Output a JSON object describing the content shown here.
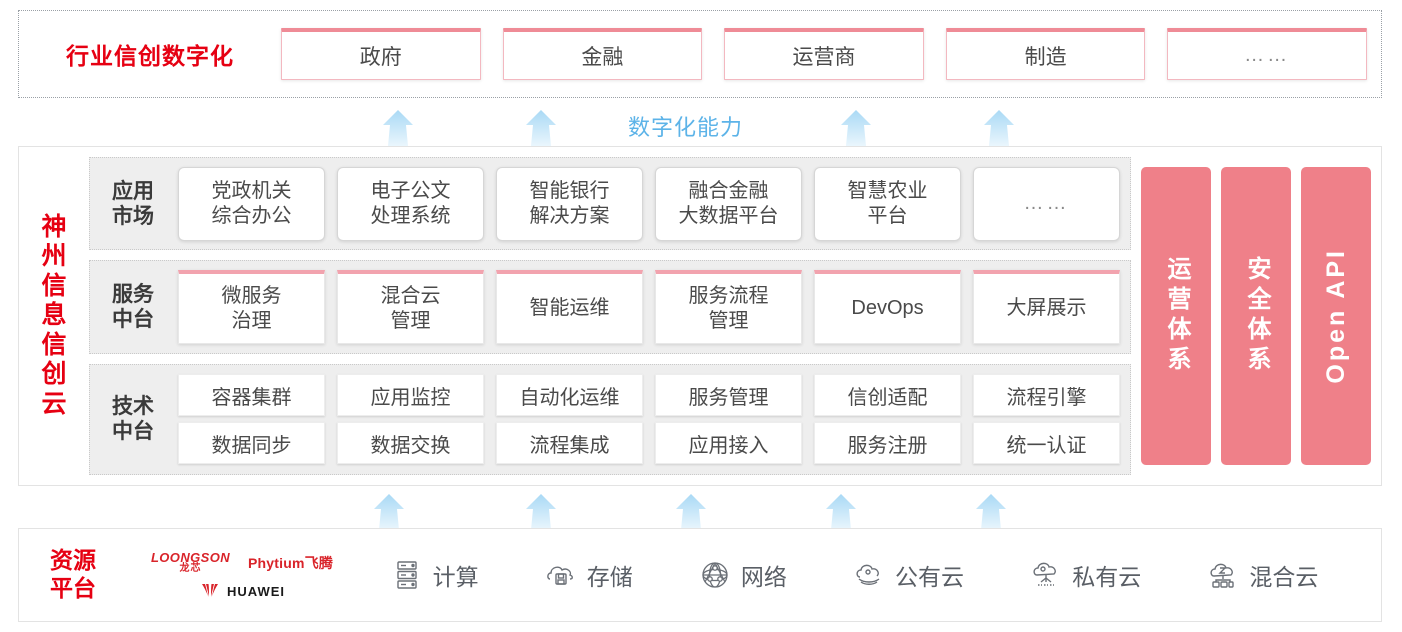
{
  "industry": {
    "title": "行业信创数字化",
    "cards": [
      {
        "label": "政府"
      },
      {
        "label": "金融"
      },
      {
        "label": "运营商"
      },
      {
        "label": "制造"
      },
      {
        "label": "……"
      }
    ]
  },
  "capability": {
    "label": "数字化能力",
    "arrow_color": "#bfe2f7",
    "arrow_count_top": 4,
    "arrow_count_bottom": 5
  },
  "cloud": {
    "title_chars": [
      "神",
      "州",
      "信",
      "息",
      "信",
      "创",
      "云"
    ],
    "rows": [
      {
        "key": "app-market",
        "label": "应用\n市场",
        "label_line1": "应用",
        "label_line2": "市场",
        "cards": [
          {
            "line1": "党政机关",
            "line2": "综合办公"
          },
          {
            "line1": "电子公文",
            "line2": "处理系统"
          },
          {
            "line1": "智能银行",
            "line2": "解决方案"
          },
          {
            "line1": "融合金融",
            "line2": "大数据平台"
          },
          {
            "line1": "智慧农业",
            "line2": "平台"
          },
          {
            "line1": "……",
            "line2": ""
          }
        ]
      },
      {
        "key": "service-platform",
        "label_line1": "服务",
        "label_line2": "中台",
        "cards": [
          {
            "line1": "微服务",
            "line2": "治理"
          },
          {
            "line1": "混合云",
            "line2": "管理"
          },
          {
            "line1": "智能运维",
            "line2": ""
          },
          {
            "line1": "服务流程",
            "line2": "管理"
          },
          {
            "line1": "DevOps",
            "line2": ""
          },
          {
            "line1": "大屏展示",
            "line2": ""
          }
        ]
      },
      {
        "key": "tech-platform",
        "label_line1": "技术",
        "label_line2": "中台",
        "row1": [
          "容器集群",
          "应用监控",
          "自动化运维",
          "服务管理",
          "信创适配",
          "流程引擎"
        ],
        "row2": [
          "数据同步",
          "数据交换",
          "流程集成",
          "应用接入",
          "服务注册",
          "统一认证"
        ]
      }
    ],
    "pillars": [
      {
        "label": "运营体系",
        "type": "cjk"
      },
      {
        "label": "安全体系",
        "type": "cjk"
      },
      {
        "label": "Open API",
        "type": "latin"
      }
    ],
    "pillar_color": "#ef8089"
  },
  "resource": {
    "title_line1": "资源",
    "title_line2": "平台",
    "vendors": [
      {
        "name": "LOONGSON",
        "cn": "龙芯",
        "icon": "loongson-logo"
      },
      {
        "name": "Phytium飞腾",
        "icon": "phytium-logo"
      },
      {
        "name": "HUAWEI",
        "icon": "huawei-logo"
      }
    ],
    "items": [
      {
        "label": "计算",
        "icon": "server-icon"
      },
      {
        "label": "存储",
        "icon": "cloud-storage-icon"
      },
      {
        "label": "网络",
        "icon": "network-icon"
      },
      {
        "label": "公有云",
        "icon": "public-cloud-icon"
      },
      {
        "label": "私有云",
        "icon": "private-cloud-icon"
      },
      {
        "label": "混合云",
        "icon": "hybrid-cloud-icon"
      }
    ]
  },
  "colors": {
    "brand_red": "#e60012",
    "pink": "#ef8089",
    "card_pink_border": "#f2a3ae",
    "arrow_blue": "#bfe2f7",
    "band_gray": "#eeeeee"
  }
}
